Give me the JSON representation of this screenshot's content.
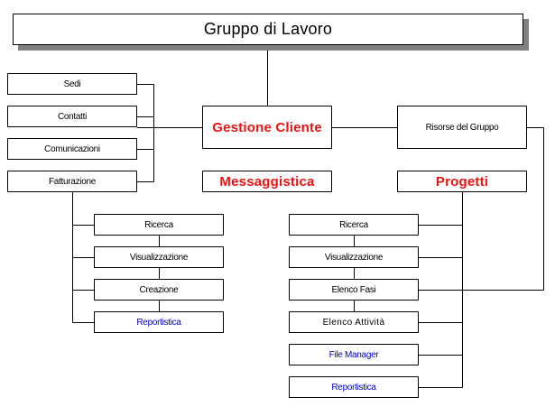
{
  "diagram": {
    "title": "Gruppo di  Lavoro",
    "left_items": [
      "Sedi",
      "Contatti",
      "Comunicazioni",
      "Fatturazione"
    ],
    "center": {
      "main": "Gestione Cliente",
      "secondary": "Messaggistica"
    },
    "right": {
      "main": "Risorse del Gruppo",
      "secondary": "Progetti"
    },
    "client_subitems": [
      "Ricerca",
      "Visualizzazione",
      "Creazione",
      "Reportistica"
    ],
    "project_subitems": [
      "Ricerca",
      "Visualizzazione",
      "Elenco Fasi",
      "Elenco Attività",
      "File Manager",
      "Reportistica"
    ],
    "colors": {
      "highlight_red": "#ee1111",
      "link_blue": "#0000cc",
      "shadow_gray": "#808080"
    }
  }
}
